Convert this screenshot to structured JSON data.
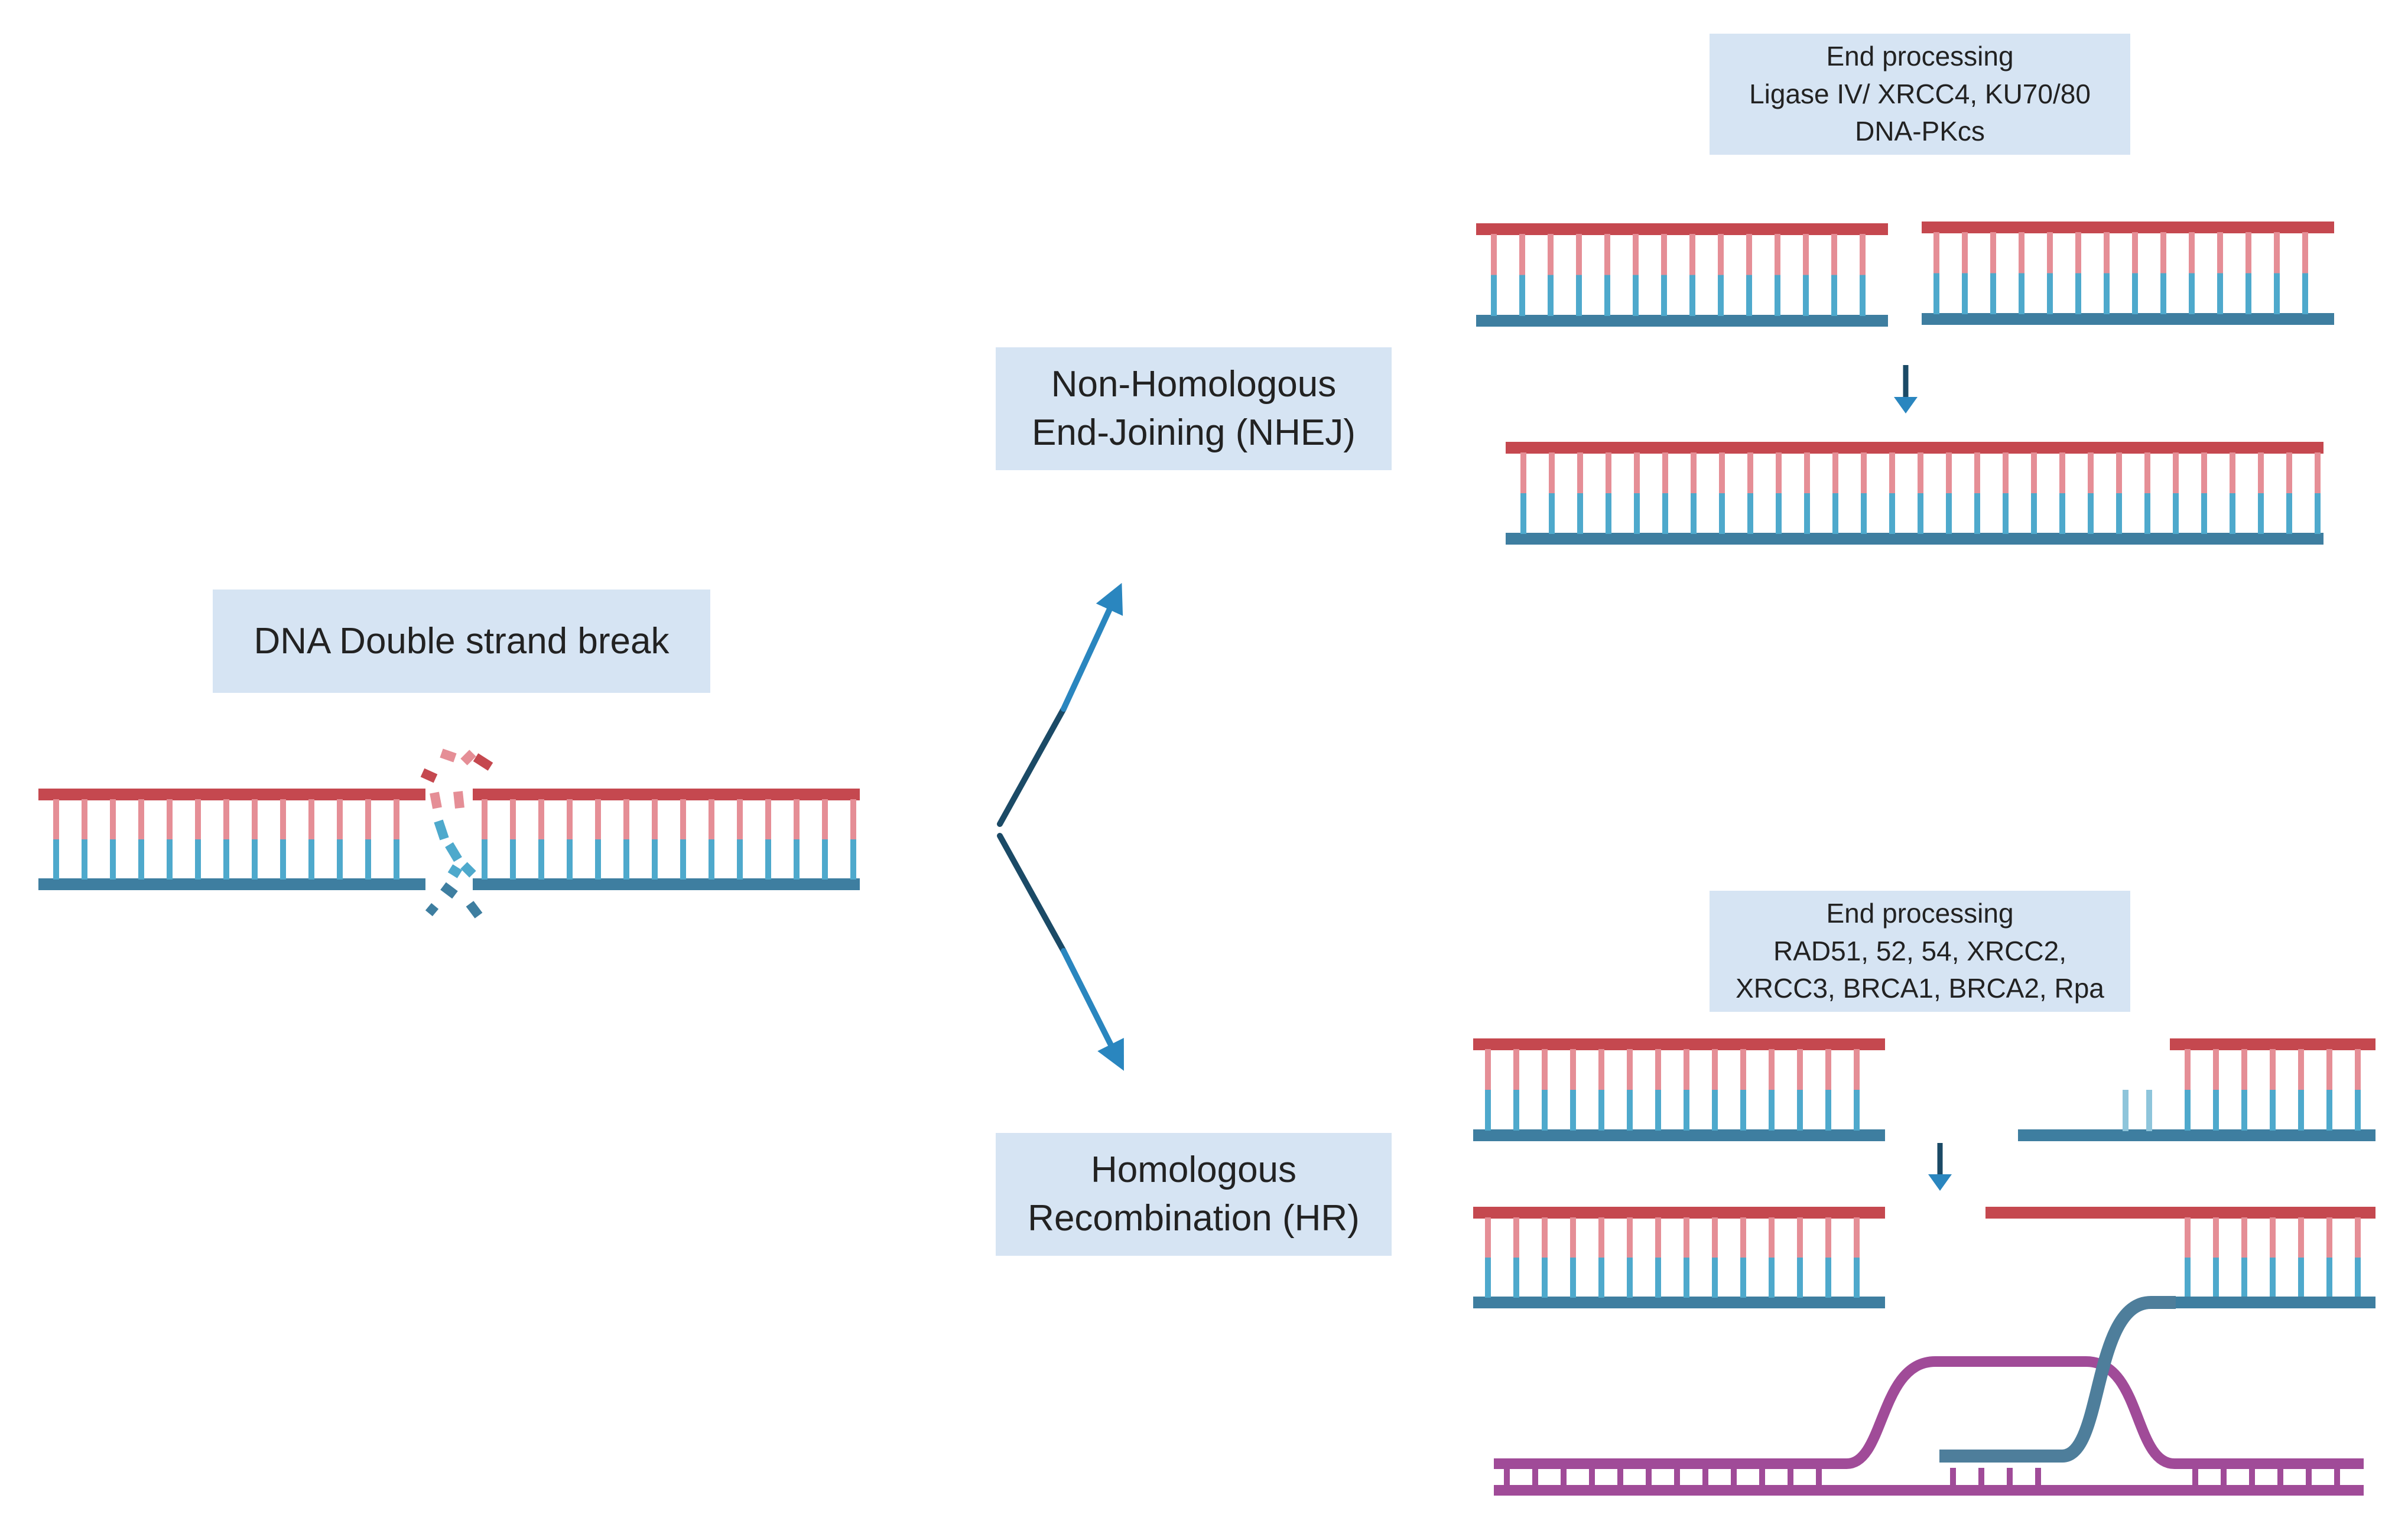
{
  "labels": {
    "dsb": "DNA Double strand break",
    "nhej_line1": "Non-Homologous",
    "nhej_line2": "End-Joining (NHEJ)",
    "hr_line1": "Homologous",
    "hr_line2": "Recombination (HR)",
    "nhej_proc_line1": "End processing",
    "nhej_proc_line2": "Ligase IV/ XRCC4, KU70/80",
    "nhej_proc_line3": "DNA-PKcs",
    "hr_proc_line1": "End processing",
    "hr_proc_line2": "RAD51, 52, 54, XRCC2,",
    "hr_proc_line3": "XRCC3, BRCA1, BRCA2, Rpa"
  },
  "colors": {
    "red_strand": "#c5484f",
    "red_rung": "#e58e96",
    "blue_rung": "#4ea9cc",
    "blue_strand": "#3e7ea0",
    "arrow": "#2a86bf",
    "arrow_dark": "#1b4a66",
    "template": "#a04b98",
    "label_bg": "#d6e4f3"
  }
}
